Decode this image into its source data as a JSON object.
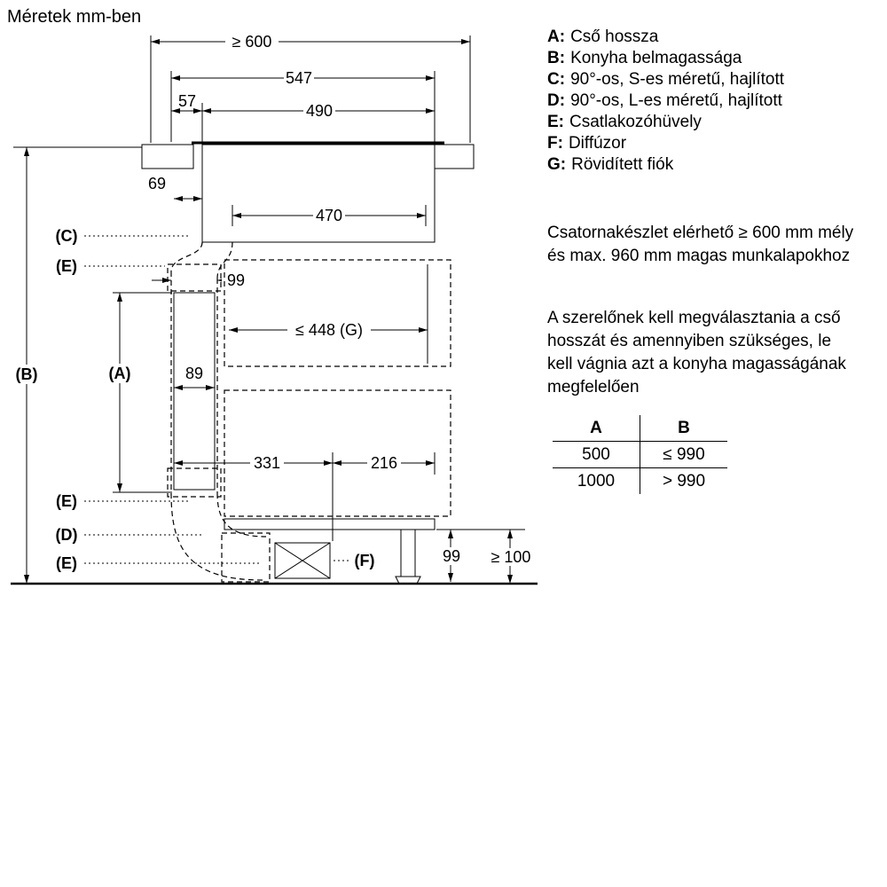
{
  "title": "Méretek mm-ben",
  "colors": {
    "pipe_fill": "#d9d9d9"
  },
  "diagram": {
    "dim_worktop_depth": "≥ 600",
    "dim_total_width": "547",
    "dim_offset": "57",
    "dim_cutout": "490",
    "dim_duct_offset": "69",
    "dim_plenum_width": "470",
    "dim_duct_width": "99",
    "dim_drawer_depth": "≤ 448 (G)",
    "dim_pipe_width": "89",
    "dim_split_left": "331",
    "dim_split_right": "216",
    "dim_plinth_height": "99",
    "dim_floor_clearance": "≥ 100",
    "label_a": "(A)",
    "label_b": "(B)",
    "label_c": "(C)",
    "label_d": "(D)",
    "label_e": "(E)",
    "label_f": "(F)"
  },
  "legend": {
    "items": [
      {
        "key": "A:",
        "text": "Cső hossza"
      },
      {
        "key": "B:",
        "text": "Konyha belmagassága"
      },
      {
        "key": "C:",
        "text": "90°-os, S-es méretű, hajlított"
      },
      {
        "key": "D:",
        "text": "90°-os, L-es méretű, hajlított"
      },
      {
        "key": "E:",
        "text": "Csatlakozóhüvely"
      },
      {
        "key": "F:",
        "text": "Diffúzor"
      },
      {
        "key": "G:",
        "text": "Rövidített fiók"
      }
    ]
  },
  "notes": {
    "availability": "Csatornakészlet elérhető ≥ 600 mm mély és max. 960 mm magas munkalapokhoz",
    "installer": "A szerelőnek kell megválasztania a cső hosszát és amennyiben szükséges, le kell vágnia azt a konyha magasságának megfelelően"
  },
  "table": {
    "headers": [
      "A",
      "B"
    ],
    "rows": [
      [
        "500",
        "≤ 990"
      ],
      [
        "1000",
        "> 990"
      ]
    ]
  }
}
